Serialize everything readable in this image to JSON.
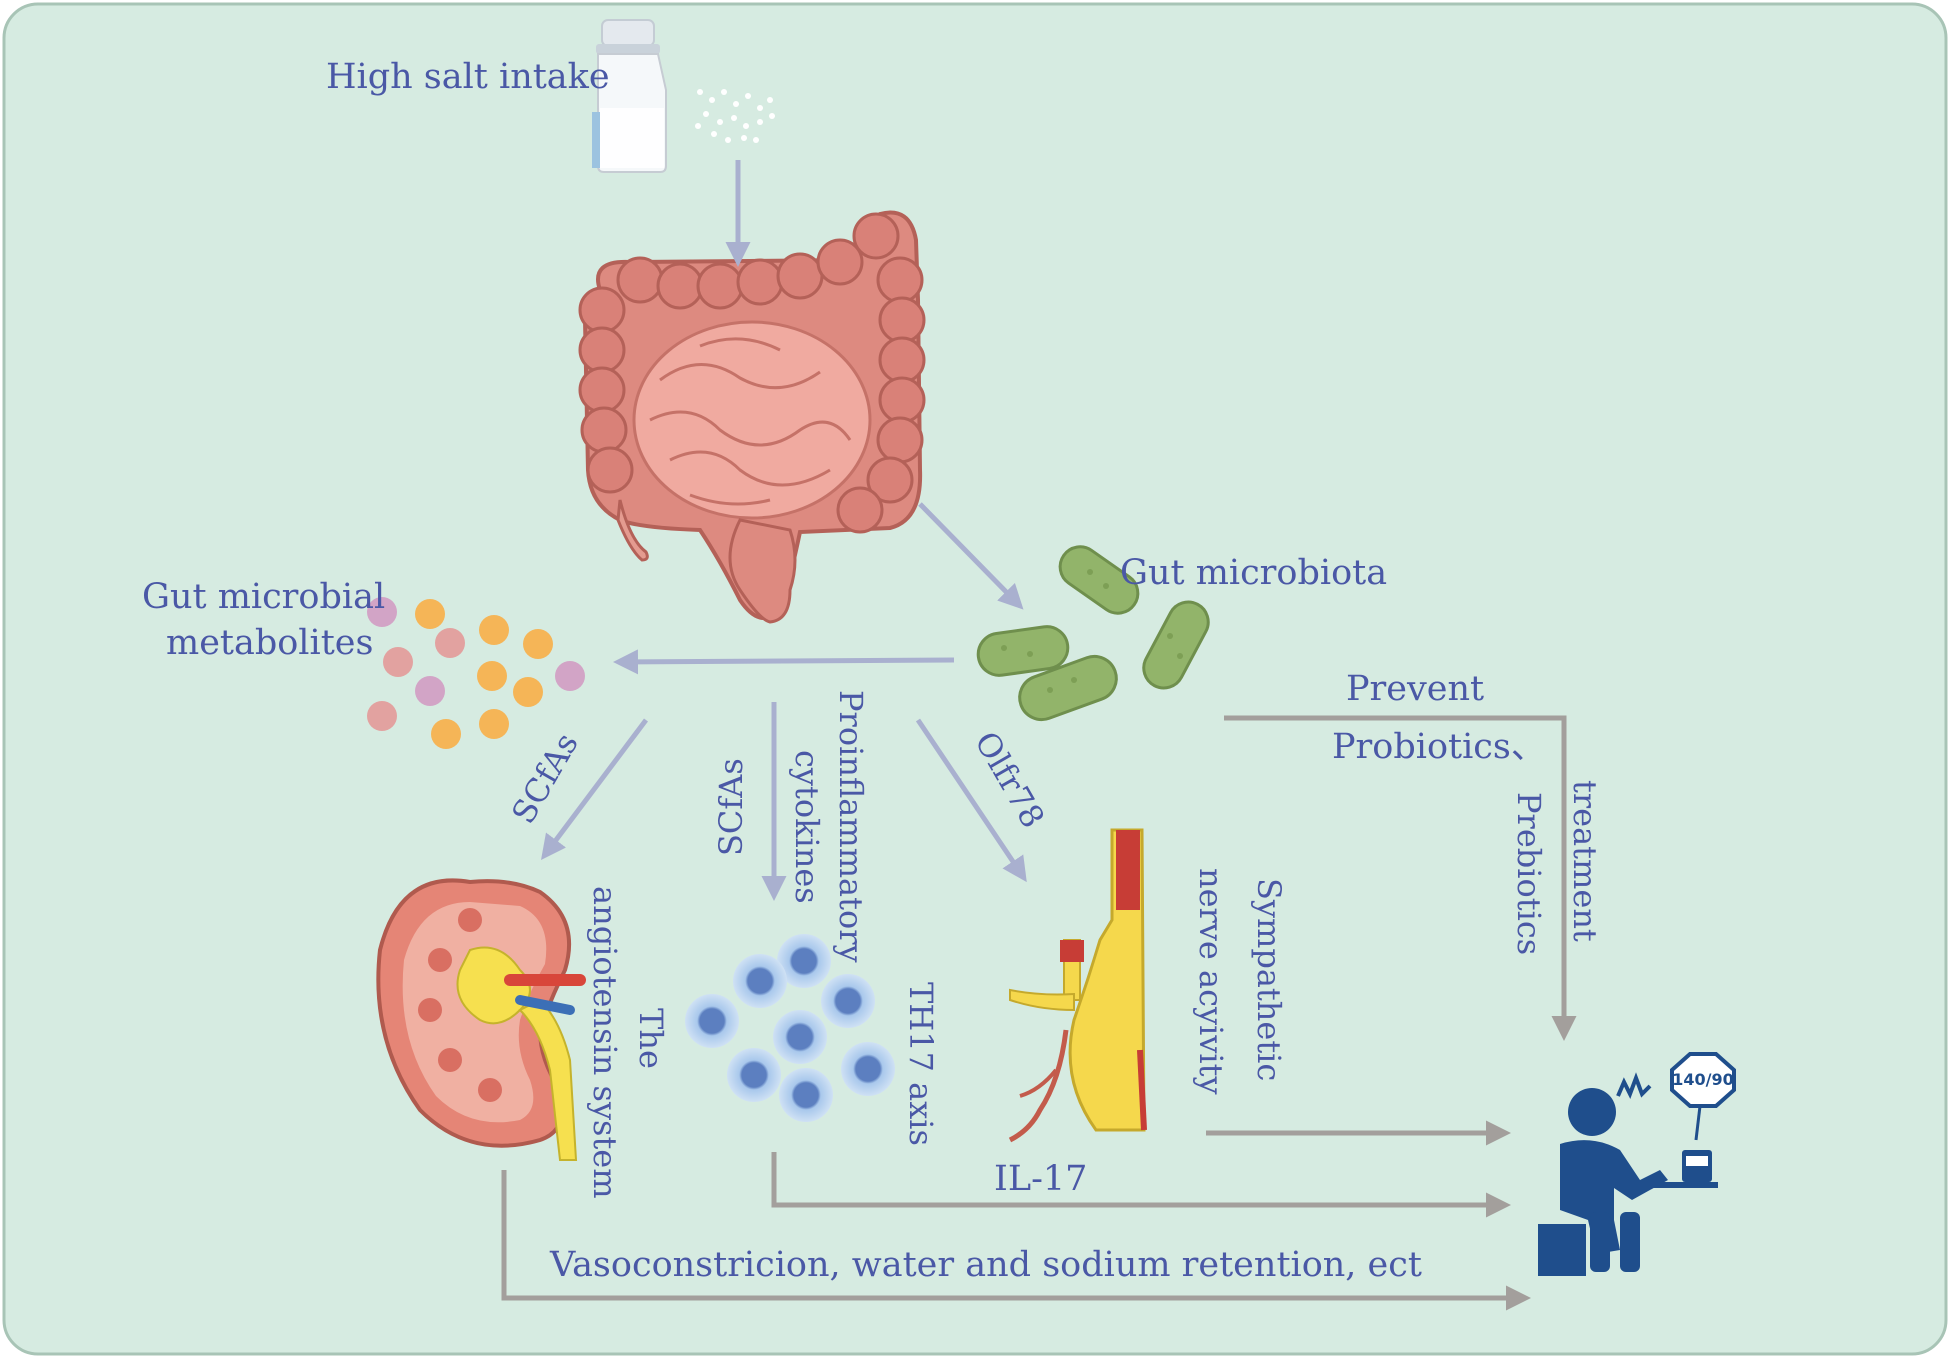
{
  "labels": {
    "high_salt_intake": "High salt intake",
    "gut_microbiota": "Gut microbiota",
    "gut_microbial_metabolites_line1": "Gut microbial",
    "gut_microbial_metabolites_line2": "metabolites",
    "prevent": "Prevent",
    "probiotics": "Probiotics、",
    "prebiotics": "Prebiotics",
    "treatment": "treatment",
    "scfas_left": "SCfAs",
    "scfas_center": "SCfAs",
    "proinflammatory": "Proinflammatory",
    "cytokines": "cytokines",
    "olfr78": "Olfr78",
    "the": "The",
    "angiotensin_system": "angiotensin system",
    "th17_axis": "TH17 axis",
    "sympathetic": "Sympathetic",
    "nerve_activity": "nerve acyivity",
    "il17": "IL-17",
    "vasoconstriction": "Vasoconstricion, water and sodium retention, ect",
    "bp_reading": "140/90"
  },
  "colors": {
    "background_panel": "#d6ebe1",
    "panel_border": "#a8c4b6",
    "label_text": "#4a58a6",
    "arrow_blue": "#a9b0cf",
    "arrow_grey": "#a39f9c",
    "person": "#1f4e8c"
  }
}
